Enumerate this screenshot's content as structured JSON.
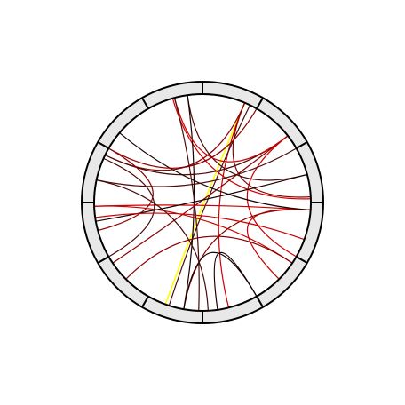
{
  "diagram": {
    "type": "chord",
    "segments": 12,
    "ring_fill": "#e8e8e8",
    "ring_stroke": "#000000",
    "colors": {
      "yellow": "#ffff00",
      "red": "#cc0000",
      "dark_red": "#8b0000",
      "maroon": "#4a0a0a",
      "black": "#1a0000"
    },
    "chords": [
      {
        "from": 23,
        "to": 200,
        "color": "yellow"
      },
      {
        "from": 23,
        "to": 166,
        "color": "red"
      },
      {
        "from": 23,
        "to": 296,
        "color": "dark_red"
      },
      {
        "from": 23,
        "to": 87,
        "color": "dark_red"
      },
      {
        "from": 26,
        "to": 198,
        "color": "maroon"
      },
      {
        "from": 344,
        "to": 88,
        "color": "red"
      },
      {
        "from": 352,
        "to": 75,
        "color": "maroon"
      },
      {
        "from": 352,
        "to": 190,
        "color": "black"
      },
      {
        "from": 52,
        "to": 236,
        "color": "dark_red"
      },
      {
        "from": 52,
        "to": 120,
        "color": "red"
      },
      {
        "from": 52,
        "to": 296,
        "color": "maroon"
      },
      {
        "from": 52,
        "to": 345,
        "color": "red"
      },
      {
        "from": 94,
        "to": 135,
        "color": "red"
      },
      {
        "from": 94,
        "to": 190,
        "color": "dark_red"
      },
      {
        "from": 94,
        "to": 268,
        "color": "red"
      },
      {
        "from": 94,
        "to": 310,
        "color": "black"
      },
      {
        "from": 124,
        "to": 268,
        "color": "red"
      },
      {
        "from": 124,
        "to": 225,
        "color": "dark_red"
      },
      {
        "from": 150,
        "to": 190,
        "color": "black"
      },
      {
        "from": 150,
        "to": 172,
        "color": "black"
      },
      {
        "from": 177,
        "to": 282,
        "color": "maroon"
      },
      {
        "from": 182,
        "to": 345,
        "color": "maroon"
      },
      {
        "from": 240,
        "to": 294,
        "color": "maroon"
      },
      {
        "from": 255,
        "to": 300,
        "color": "dark_red"
      },
      {
        "from": 260,
        "to": 75,
        "color": "black"
      },
      {
        "from": 262,
        "to": 110,
        "color": "red"
      },
      {
        "from": 282,
        "to": 60,
        "color": "maroon"
      },
      {
        "from": 300,
        "to": 30,
        "color": "dark_red"
      }
    ]
  }
}
